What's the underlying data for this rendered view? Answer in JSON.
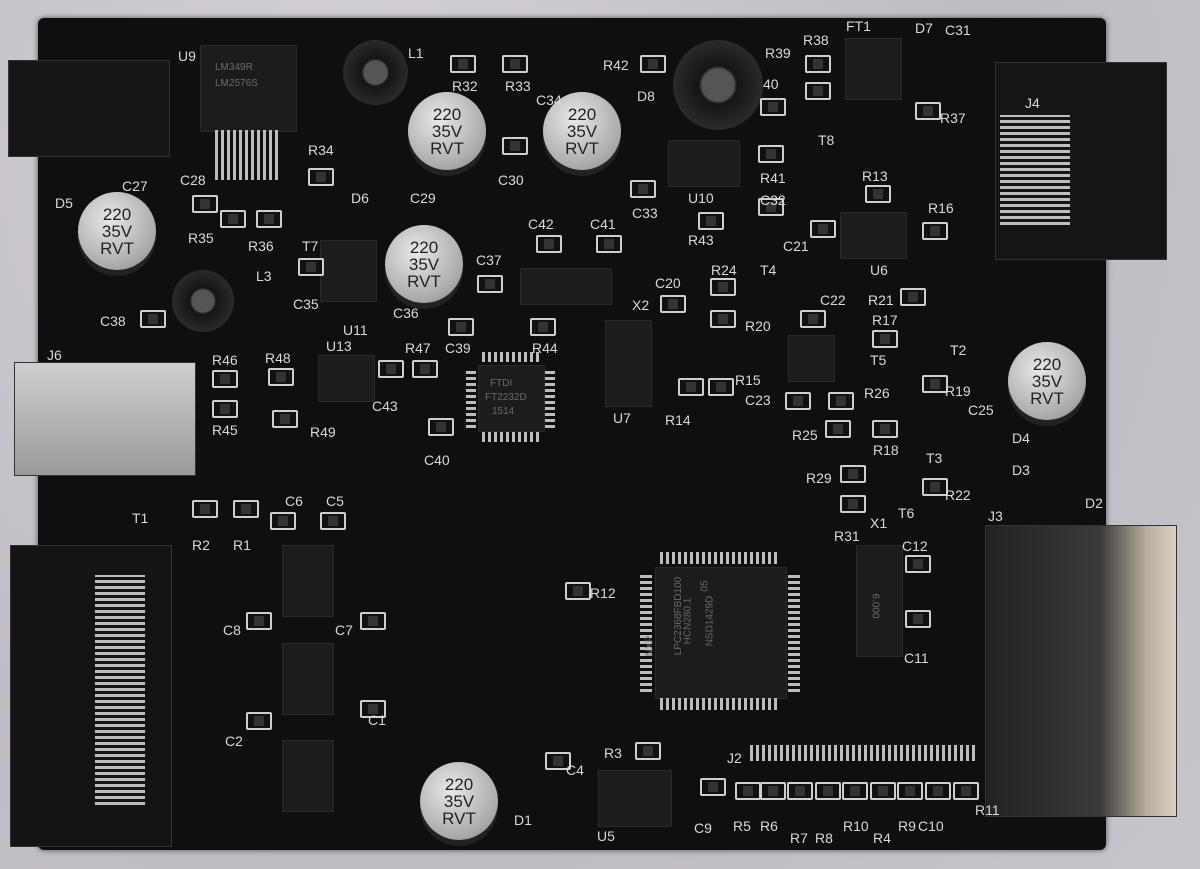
{
  "board": {
    "color": "#0f0f11",
    "silkscreen": "#d8d8d8"
  },
  "capacitor_marking": {
    "value": "220",
    "voltage": "35V",
    "series": "RVT"
  },
  "chips": {
    "ftdi": {
      "brand": "FTDI",
      "part": "FT2232D",
      "code": "1514"
    },
    "nxp": {
      "brand": "NXP",
      "part": "LPC2368FBD100",
      "code1": "HCN280.1",
      "code2": "NSD1429D",
      "rev": "05"
    },
    "regulator": {
      "part": "LM2576S",
      "brand": "LM349R"
    },
    "crystal_x1": "6.000"
  },
  "labels": [
    "U9",
    "L1",
    "R32",
    "R33",
    "R42",
    "C34",
    "D8",
    "R39",
    "R38",
    "FT1",
    "D7",
    "C31",
    "J4",
    "40",
    "R37",
    "T8",
    "R34",
    "D6",
    "C29",
    "C30",
    "C33",
    "U10",
    "R41",
    "C32",
    "R13",
    "R16",
    "C21",
    "R43",
    "U6",
    "C28",
    "C27",
    "D5",
    "R35",
    "R36",
    "T7",
    "L3",
    "C35",
    "C36",
    "U11",
    "C37",
    "C42",
    "C41",
    "X2",
    "C20",
    "R24",
    "T4",
    "R20",
    "C22",
    "R21",
    "R17",
    "T2",
    "T5",
    "C38",
    "C39",
    "R44",
    "U13",
    "R48",
    "R47",
    "J6",
    "R46",
    "R45",
    "C43",
    "R49",
    "C40",
    "U7",
    "R14",
    "R15",
    "C23",
    "R26",
    "R19",
    "C25",
    "R25",
    "R18",
    "D4",
    "T3",
    "D3",
    "R29",
    "R22",
    "T6",
    "D2",
    "J3",
    "T1",
    "R2",
    "R1",
    "C6",
    "C5",
    "R31",
    "X1",
    "C12",
    "R12",
    "C8",
    "C7",
    "C11",
    "C1",
    "C2",
    "J2",
    "R3",
    "C4",
    "D1",
    "U5",
    "C9",
    "R5",
    "R6",
    "R7",
    "R8",
    "R10",
    "R4",
    "R9",
    "C10",
    "R11"
  ]
}
